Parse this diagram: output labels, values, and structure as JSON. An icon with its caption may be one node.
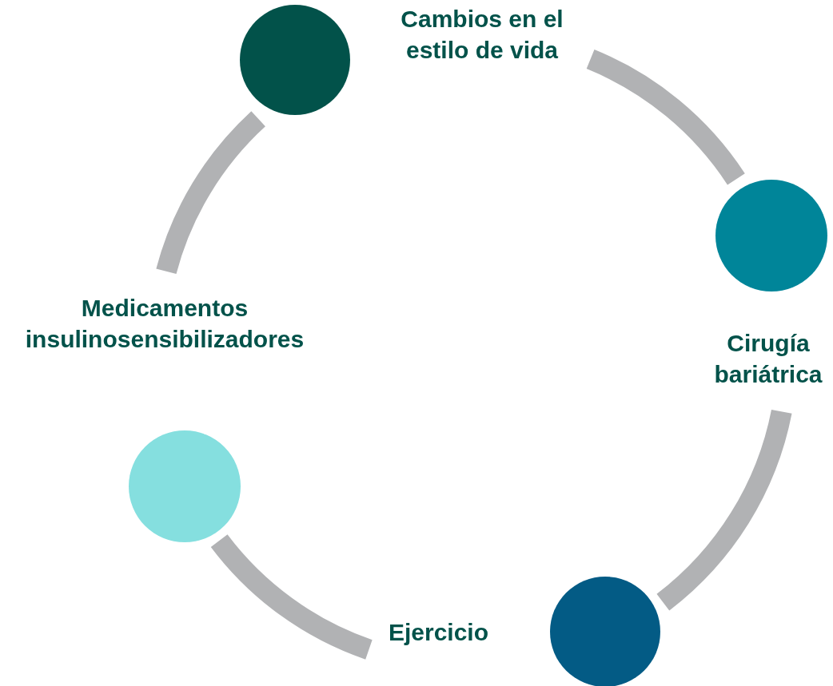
{
  "diagram": {
    "nodes": [
      {
        "text": [
          "Cambios en el estilo de vida"
        ]
      },
      {
        "text": [
          "Cirugía bariátrica"
        ]
      },
      {
        "text": [
          "Ejercicio"
        ]
      },
      {
        "text": [
          "Medicamentos insulinosensibilizadores"
        ]
      }
    ],
    "edges": [
      {
        "from": 0,
        "to": 1,
        "arrow": "none"
      },
      {
        "from": 1,
        "to": 2,
        "arrow": "none"
      },
      {
        "from": 2,
        "to": 3,
        "arrow": "none"
      },
      {
        "from": 3,
        "to": 0,
        "arrow": "none"
      }
    ]
  }
}
